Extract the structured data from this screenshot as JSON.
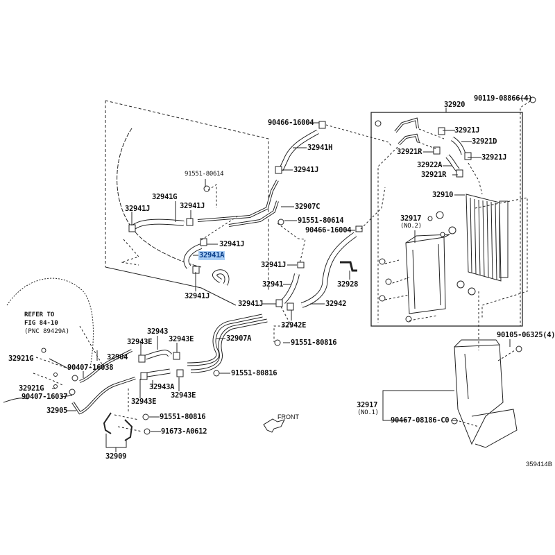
{
  "diagram": {
    "figure_id": "359414B",
    "front_label": "FRONT",
    "highlighted_part": "32941A",
    "highlight_color": "#a8cdf5",
    "reference_note": {
      "line1": "REFER TO",
      "line2": "FIG 84-10",
      "line3": "(PNC 89429A)"
    },
    "labels": {
      "p90119_08866": "90119-08866(4)",
      "p32920": "32920",
      "p90466_16004_top": "90466-16004",
      "p32941H": "32941H",
      "p32921J_a": "32921J",
      "p32921D": "32921D",
      "p32921R_a": "32921R",
      "p32921J_b": "32921J",
      "p32922A": "32922A",
      "p32921R_b": "32921R",
      "p32941J_top": "32941J",
      "p91551_80614_a": "91551-80614",
      "p32941G": "32941G",
      "p32941J_left": "32941J",
      "p32941J_mid": "32941J",
      "p32907C": "32907C",
      "p91551_80614_b": "91551-80614",
      "p90466_16004_mid": "90466-16004",
      "p32910": "32910",
      "p32917_no2": "32917",
      "p32917_no2_sub": "(NO.2)",
      "p32941J_a": "32941J",
      "p32941A": "32941A",
      "p32941J_b": "32941J",
      "p32941": "32941",
      "p32928": "32928",
      "p32941J_c": "32941J",
      "p32942": "32942",
      "p32941J_bottom": "32941J",
      "p32942E": "32942E",
      "p32943": "32943",
      "p32907A": "32907A",
      "p32943E_a": "32943E",
      "p32943E_b": "32943E",
      "p91551_80816_a": "91551-80816",
      "p32921G_a": "32921G",
      "p32904": "32904",
      "p90407_16038": "90407-16038",
      "p91551_80816_b": "91551-80816",
      "p32921G_b": "32921G",
      "p32943A": "32943A",
      "p90407_16037": "90407-16037",
      "p32943E_c": "32943E",
      "p32943E_d": "32943E",
      "p32905": "32905",
      "p91551_80816_c": "91551-80816",
      "p91673_A0612": "91673-A0612",
      "p32909": "32909",
      "p90105_06325": "90105-06325(4)",
      "p32917_no1": "32917",
      "p32917_no1_sub": "(NO.1)",
      "p90467_08186": "90467-08186-C0"
    }
  }
}
